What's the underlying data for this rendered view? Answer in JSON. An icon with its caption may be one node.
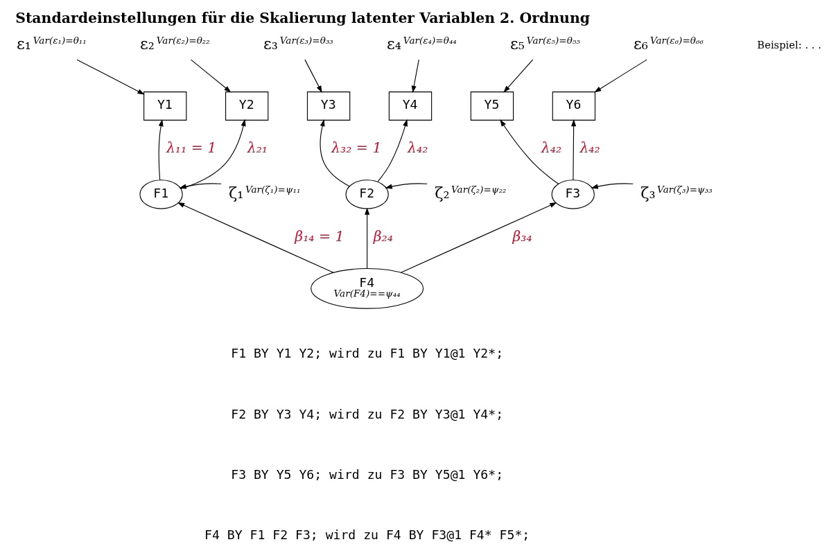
{
  "diagram": {
    "title": "Standardeinstellungen für die Skalierung latenter Variablen 2. Ordnung",
    "nodes": [
      {
        "text": [
          "ε₁"
        ],
        "beside": [
          "Var(ε₁)=θ₁₁"
        ]
      },
      {
        "text": [
          "ε₂"
        ],
        "beside": [
          "Var(ε₂)=θ₂₂"
        ]
      },
      {
        "text": [
          "ε₃"
        ],
        "beside": [
          "Var(ε₃)=θ₃₃"
        ]
      },
      {
        "text": [
          "ε₄"
        ],
        "beside": [
          "Var(ε₄)=θ₄₄"
        ]
      },
      {
        "text": [
          "ε₅"
        ],
        "beside": [
          "Var(ε₅)=θ₅₅"
        ]
      },
      {
        "text": [
          "ε₆"
        ],
        "beside": [
          "Var(ε₆)=θ₆₆"
        ]
      },
      {
        "text": [
          "Y1"
        ]
      },
      {
        "text": [
          "Y2"
        ]
      },
      {
        "text": [
          "Y3"
        ]
      },
      {
        "text": [
          "Y4"
        ]
      },
      {
        "text": [
          "Y5"
        ]
      },
      {
        "text": [
          "Y6"
        ]
      },
      {
        "text": [
          "F1"
        ]
      },
      {
        "text": [
          "ζ₁"
        ],
        "beside": [
          "Var(ζ₁)=ψ₁₁"
        ]
      },
      {
        "text": [
          "F2"
        ]
      },
      {
        "text": [
          "ζ₂"
        ],
        "beside": [
          "Var(ζ₂)=ψ₂₂"
        ]
      },
      {
        "text": [
          "F3"
        ]
      },
      {
        "text": [
          "ζ₃"
        ],
        "beside": [
          "Var(ζ₃)=ψ₃₃"
        ]
      },
      {
        "text": [
          "F4",
          "Var(F4)==ψ₄₄"
        ]
      }
    ],
    "edges": [
      {
        "from": 0,
        "to": 6,
        "arrow": "to"
      },
      {
        "from": 1,
        "to": 7,
        "arrow": "to"
      },
      {
        "from": 2,
        "to": 8,
        "arrow": "to"
      },
      {
        "from": 3,
        "to": 9,
        "arrow": "to"
      },
      {
        "from": 4,
        "to": 10,
        "arrow": "to"
      },
      {
        "from": 5,
        "to": 11,
        "arrow": "to"
      },
      {
        "from": 12,
        "to": 6,
        "arrow": "to",
        "label": "λ₁₁ = 1"
      },
      {
        "from": 12,
        "to": 7,
        "arrow": "to",
        "label": "λ₂₁"
      },
      {
        "from": 14,
        "to": 8,
        "arrow": "to",
        "label": "λ₃₂ = 1"
      },
      {
        "from": 14,
        "to": 9,
        "arrow": "to",
        "label": "λ₄₂"
      },
      {
        "from": 16,
        "to": 10,
        "arrow": "to",
        "label": "λ₄₂"
      },
      {
        "from": 16,
        "to": 11,
        "arrow": "to",
        "label": "λ₄₂"
      },
      {
        "from": 13,
        "to": 12,
        "arrow": "to"
      },
      {
        "from": 15,
        "to": 14,
        "arrow": "to"
      },
      {
        "from": 17,
        "to": 16,
        "arrow": "to"
      },
      {
        "from": 18,
        "to": 12,
        "arrow": "to",
        "label": "β₁₄ = 1"
      },
      {
        "from": 18,
        "to": 14,
        "arrow": "to",
        "label": "β₂₄"
      },
      {
        "from": 18,
        "to": 16,
        "arrow": "to",
        "label": "β₃₄"
      }
    ],
    "labels": [
      "Beispiel: . . .",
      "F1 BY Y1 Y2; wird zu F1 BY Y1@1 Y2*;",
      "F2 BY Y3 Y4; wird zu F2 BY Y3@1 Y4*;",
      "F3 BY Y5 Y6; wird zu F3 BY Y5@1 Y6*;",
      "F4 BY F1 F2 F3; wird zu F4 BY F3@1 F4* F5*;"
    ]
  }
}
